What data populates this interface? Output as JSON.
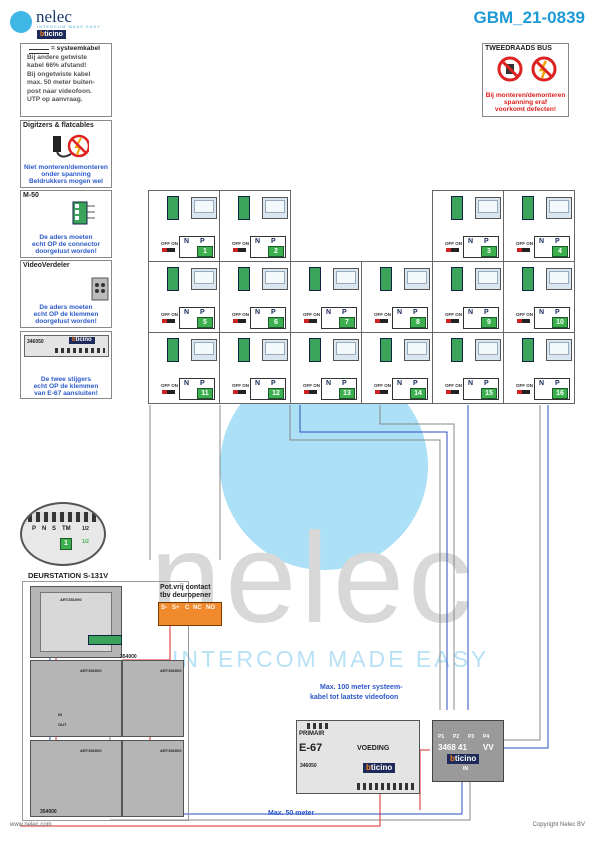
{
  "brand": {
    "name": "nelec",
    "tagline": "INTERCOM MADE EASY",
    "partner": "bticino"
  },
  "doc_id": "GBM_21-0839",
  "notes": {
    "systeemkabel": "= systeemkabel",
    "kabel_lines": [
      "Bij andere getwiste",
      "kabel 66% afstand!",
      "Bij ongetwiste kabel",
      "max. 50 meter buiten-",
      "post naar videofoon.",
      "UTP op aanvraag."
    ],
    "digitizers_title": "Digitzers & flatcables",
    "digitizers_lines": [
      "Niet monteren/demonteren",
      "onder spanning",
      "Beldrukkers mogen wel"
    ],
    "m50_title": "M-50",
    "m50_lines": [
      "De aders moeten",
      "echt OP de connector",
      "doorgelust worden!"
    ],
    "videoverdeler_title": "VideoVerdeler",
    "videoverdeler_lines": [
      "De aders moeten",
      "echt OP de klemmen",
      "doorgelust worden!"
    ],
    "module_code": "346050",
    "stijgers_lines": [
      "De twee stijgers",
      "echt OP de klemmen",
      "van E-67 aansluiten!"
    ],
    "bus_title": "TWEEDRAADS BUS",
    "bus_lines": [
      "Bij monteren/demonteren",
      "spanning eraf",
      "voorkomt defecten!"
    ]
  },
  "grid": {
    "off_on": "OFF ON",
    "n_label": "N",
    "p_label": "P",
    "units": [
      "1",
      "2",
      "3",
      "4",
      "5",
      "6",
      "7",
      "8",
      "9",
      "10",
      "11",
      "12",
      "13",
      "14",
      "15",
      "16"
    ]
  },
  "deurstation": {
    "title": "DEURSTATION S-131V",
    "keypad": [
      "P",
      "N",
      "S",
      "TM"
    ],
    "keypad_nums": [
      "1/2",
      "1",
      "1/2"
    ],
    "contact_title": [
      "Pot.vrij contact",
      "tbv deuropener"
    ],
    "contact_terms": [
      "S-",
      "S+",
      "C",
      "NC",
      "NO"
    ],
    "code_354000": "354000",
    "art_codes": [
      "ART351000",
      "ART352000",
      "ART352000",
      "ART352000",
      "ART352000"
    ],
    "in_label": "IN",
    "out_label": "OUT"
  },
  "voeding": {
    "primair": "PRIMAIR",
    "model": "E-67",
    "label": "VOEDING",
    "code": "346050",
    "brand": "bticino"
  },
  "distributor": {
    "model": "3468 41",
    "ports": [
      "P1",
      "P2",
      "P3",
      "P4"
    ],
    "vv": "VV",
    "in": "IN"
  },
  "annotations": {
    "max100": [
      "Max. 100 meter systeem-",
      "kabel tot laatste videofoon"
    ],
    "max50": "Max. 50 meter"
  },
  "footer": {
    "website": "www.nelec.com",
    "copyright": "Copyright Nelec BV"
  },
  "colors": {
    "accent": "#1d9ad6",
    "label_blue": "#2c58c8",
    "green": "#3cb04e",
    "wire_red": "#d8282a",
    "wire_blue": "#2e4fbf"
  }
}
